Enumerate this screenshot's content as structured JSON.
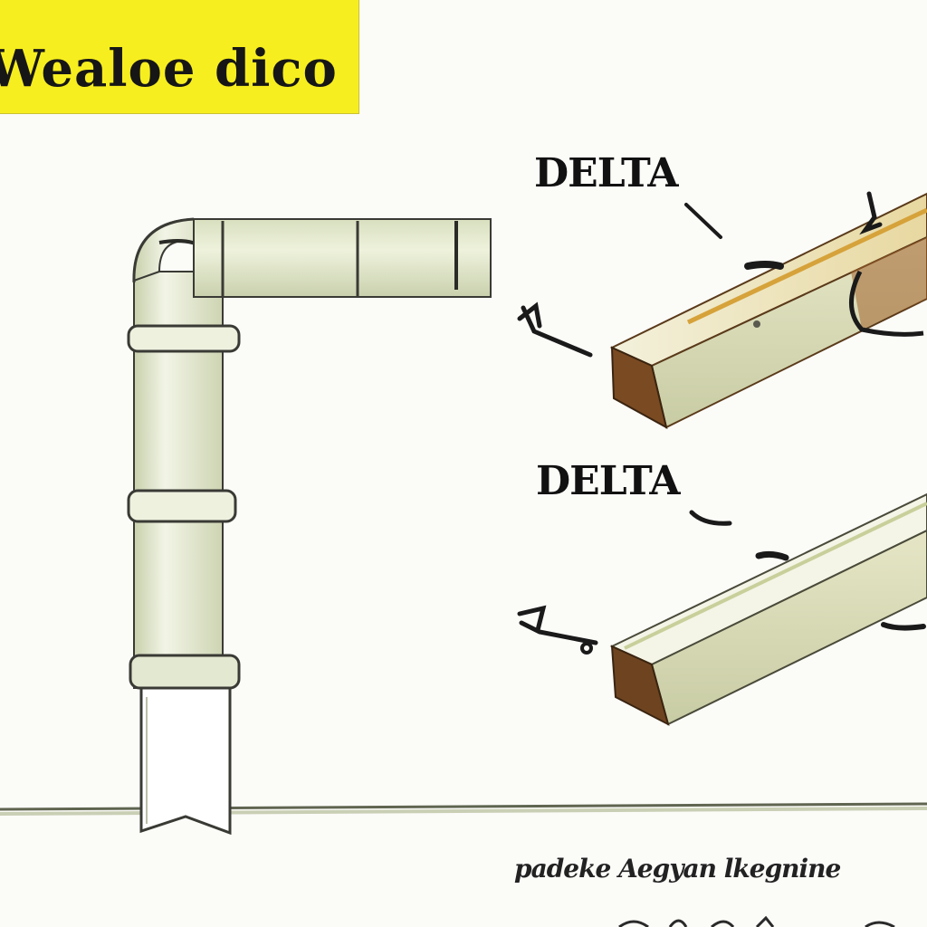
{
  "banner": {
    "title": "Wealoe dico",
    "color": "#f7ee1f"
  },
  "labels": {
    "top": "DELTA",
    "middle": "DELTA"
  },
  "caption": "padeke Aegyan lkegnine",
  "colors": {
    "pipe_fill": "#e6ecd0",
    "pipe_stroke": "#3a3a35",
    "beam_face": "#e4e8c8",
    "beam_shadow": "#7a4a22",
    "beam_edge": "#d6a23a"
  }
}
